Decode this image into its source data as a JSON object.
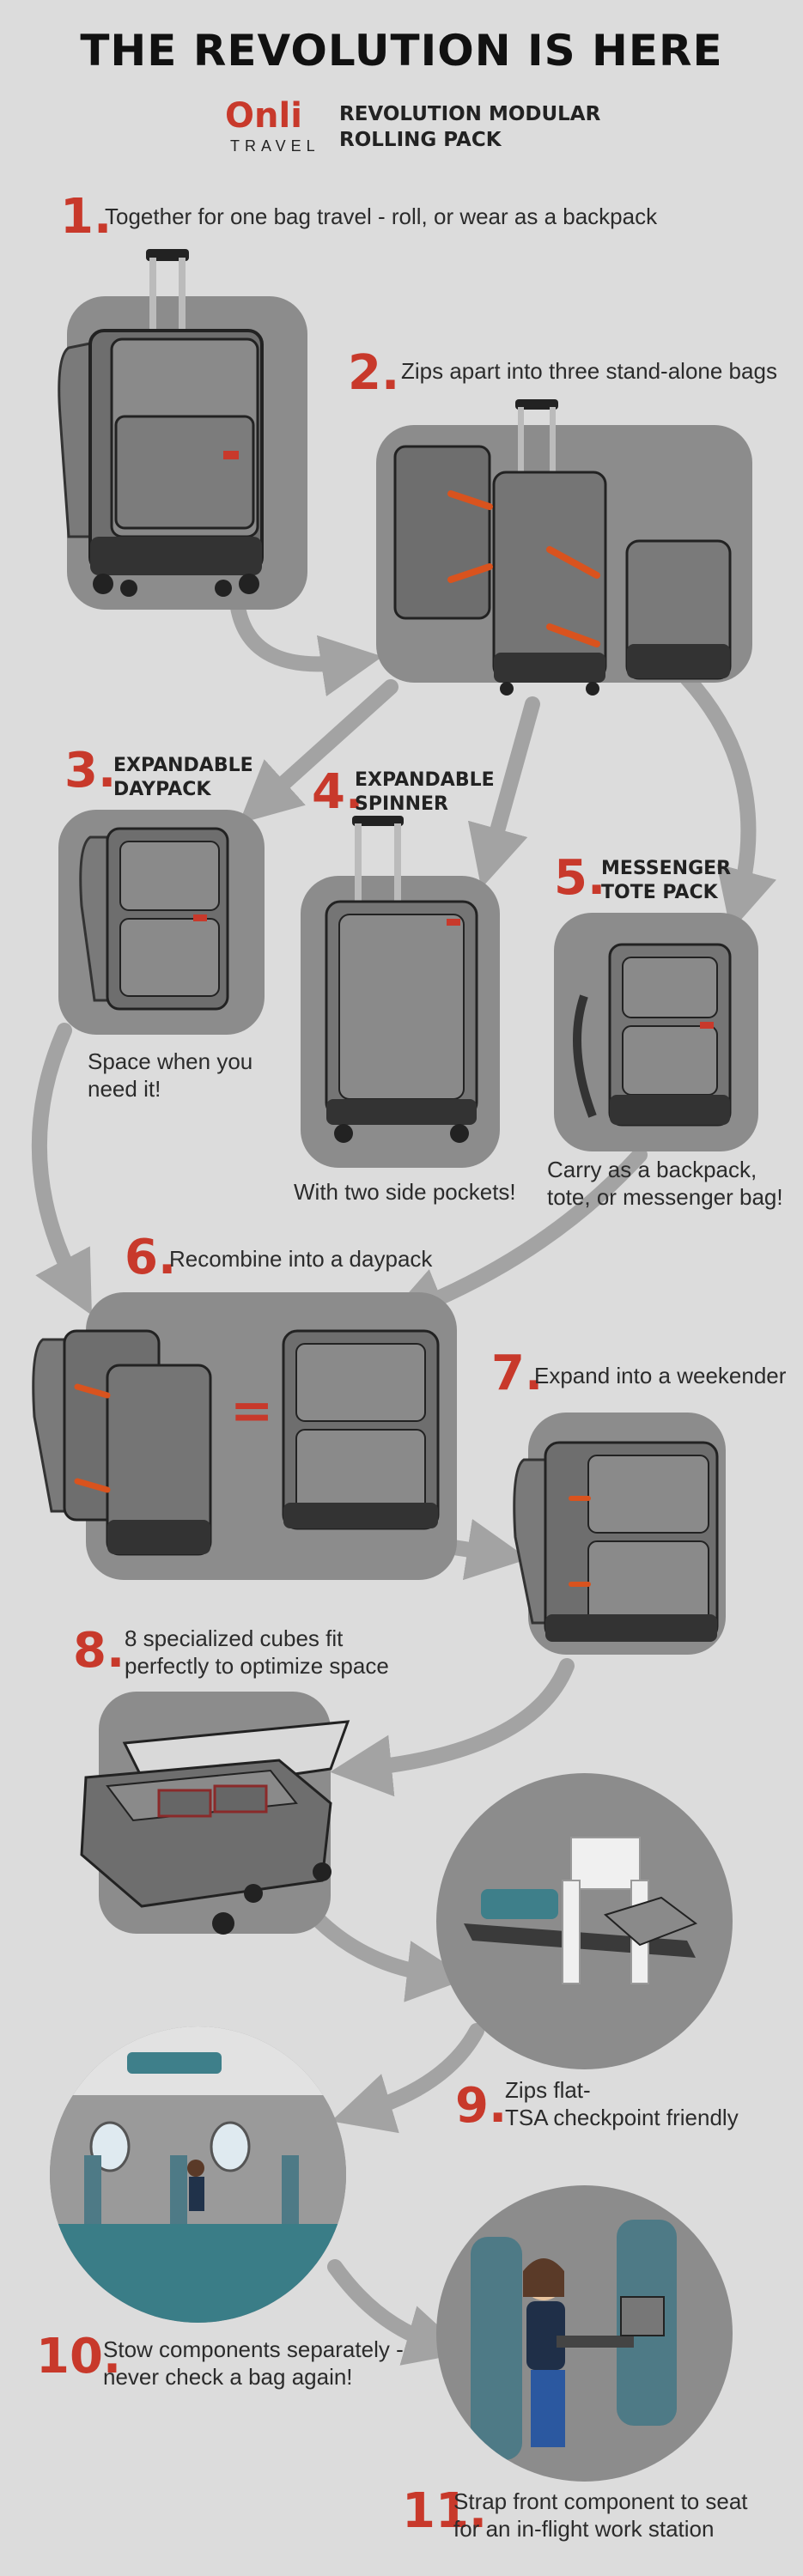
{
  "title": "THE REVOLUTION IS HERE",
  "brand": {
    "logo": "Onli",
    "travel": "TRAVEL",
    "product_line1": "REVOLUTION MODULAR",
    "product_line2": "ROLLING PACK"
  },
  "steps": [
    {
      "num": "1.",
      "text": "Together for one bag travel - roll, or wear as a backpack"
    },
    {
      "num": "2.",
      "text": "Zips apart into three stand-alone bags"
    },
    {
      "num": "3.",
      "label_line1": "EXPANDABLE",
      "label_line2": "DAYPACK",
      "caption_line1": "Space when you",
      "caption_line2": "need it!"
    },
    {
      "num": "4.",
      "label_line1": "EXPANDABLE",
      "label_line2": "SPINNER",
      "caption": "With two side pockets!"
    },
    {
      "num": "5.",
      "label_line1": "MESSENGER",
      "label_line2": "TOTE PACK",
      "caption_line1": "Carry as a backpack,",
      "caption_line2": "tote, or messenger bag!"
    },
    {
      "num": "6.",
      "text": "Recombine into a daypack"
    },
    {
      "num": "7.",
      "text": "Expand into a weekender"
    },
    {
      "num": "8.",
      "text_line1": "8 specialized cubes fit",
      "text_line2": "perfectly to optimize space"
    },
    {
      "num": "9.",
      "text_line1": "Zips flat-",
      "text_line2": "TSA checkpoint friendly"
    },
    {
      "num": "10.",
      "text_line1": "Stow components separately -",
      "text_line2": "never check a bag again!"
    },
    {
      "num": "11.",
      "text_line1": "Strap front component to seat",
      "text_line2": "for an in-flight work station"
    }
  ],
  "equals_sign": "=",
  "colors": {
    "accent": "#c8392b",
    "panel": "#8c8c8c",
    "arrow": "#a3a3a3",
    "background": "#dcdcdc",
    "fabric": "#6e6e6e"
  }
}
